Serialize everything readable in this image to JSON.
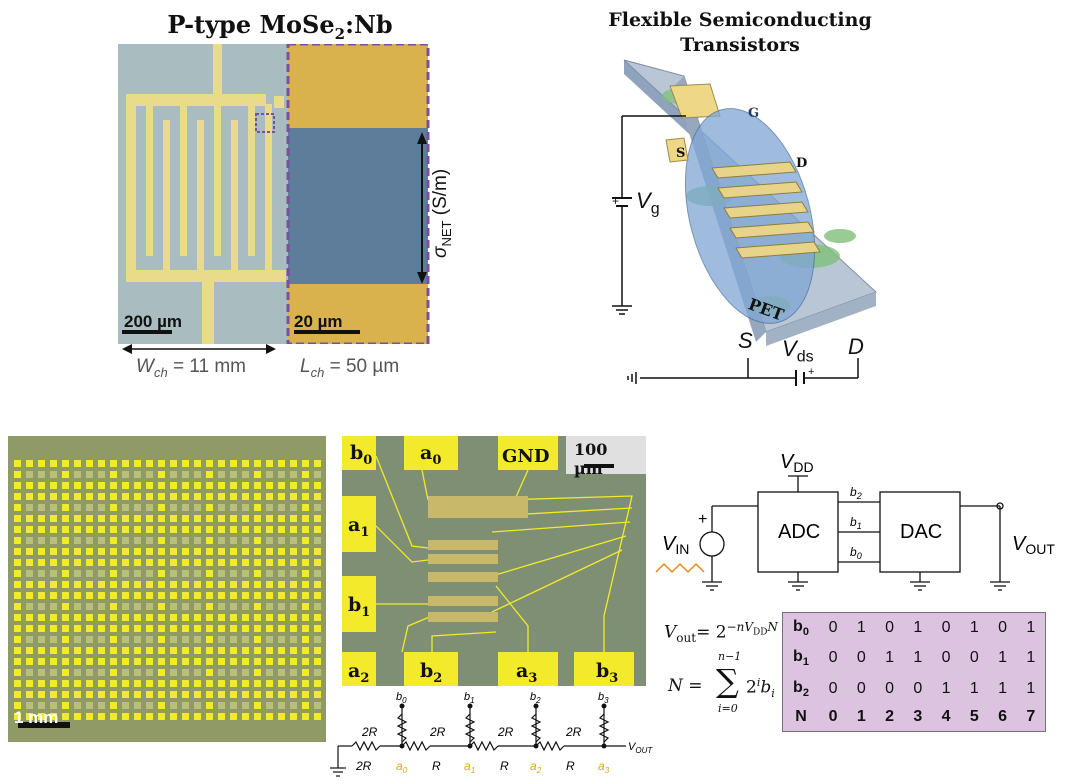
{
  "top_left": {
    "title_prefix": "P-type MoSe",
    "title_sub": "2",
    "title_suffix": ":Nb",
    "scale_left": "200 µm",
    "scale_right": "20 µm",
    "sigma_label": "σ",
    "sigma_sub": "NET",
    "sigma_unit": " (S/m)",
    "width_label_W": "W",
    "width_label_sub": "ch",
    "width_value": " = 11 mm",
    "length_label_L": "L",
    "length_label_sub": "ch",
    "length_value": " = 50 µm"
  },
  "top_right": {
    "title_line1": "Flexible Semiconducting",
    "title_line2": "Transistors",
    "gate_letter": "G",
    "source_letter": "S",
    "drain_letter": "D",
    "substrate": "PET",
    "vg": "V",
    "vg_sub": "g",
    "S": "S",
    "D": "D",
    "vds": "V",
    "vds_sub": "ds",
    "plus": "+"
  },
  "bottom_left": {
    "scale": "1 mm"
  },
  "bottom_mid": {
    "pads": [
      "b0",
      "a0",
      "GND",
      "a1",
      "b1",
      "a2",
      "b2",
      "a3",
      "b3"
    ],
    "scale": "100 µm"
  },
  "ladder": {
    "top_labels": [
      "b0",
      "b1",
      "b2",
      "b3"
    ],
    "resistors_top": [
      "2R",
      "2R",
      "2R",
      "2R"
    ],
    "resistors_bottom": [
      "2R",
      "R",
      "R",
      "R"
    ],
    "a_labels": [
      "a0",
      "a1",
      "a2",
      "a3"
    ],
    "vout": "V",
    "vout_sub": "OUT",
    "a_color": "#d4a62a"
  },
  "adc_dac": {
    "vdd": "V",
    "vdd_sub": "DD",
    "adc": "ADC",
    "dac": "DAC",
    "vin": "V",
    "vin_sub": "IN",
    "vout": "V",
    "vout_sub": "OUT",
    "bits": [
      "b2",
      "b1",
      "b0"
    ],
    "plus": "+"
  },
  "formulas": {
    "vout_eq": "V",
    "vout_sub": "out",
    "vout_rhs": "= 2",
    "vout_exp": "−nV",
    "vout_exp_sub": "DD",
    "vout_exp_tail": "N",
    "n_eq": "N =",
    "sum_top": "n−1",
    "sum_bottom": "i=0",
    "sum_sign": "∑",
    "sum_term": "2",
    "sum_term_exp": "i",
    "sum_term_b": "b",
    "sum_term_b_sub": "i"
  },
  "truth_table": {
    "rows": [
      {
        "label": "b",
        "sub": "0",
        "values": [
          "0",
          "1",
          "0",
          "1",
          "0",
          "1",
          "0",
          "1"
        ]
      },
      {
        "label": "b",
        "sub": "1",
        "values": [
          "0",
          "0",
          "1",
          "1",
          "0",
          "0",
          "1",
          "1"
        ]
      },
      {
        "label": "b",
        "sub": "2",
        "values": [
          "0",
          "0",
          "0",
          "0",
          "1",
          "1",
          "1",
          "1"
        ]
      },
      {
        "label": "N",
        "sub": "",
        "values": [
          "0",
          "1",
          "2",
          "3",
          "4",
          "5",
          "6",
          "7"
        ]
      }
    ]
  }
}
